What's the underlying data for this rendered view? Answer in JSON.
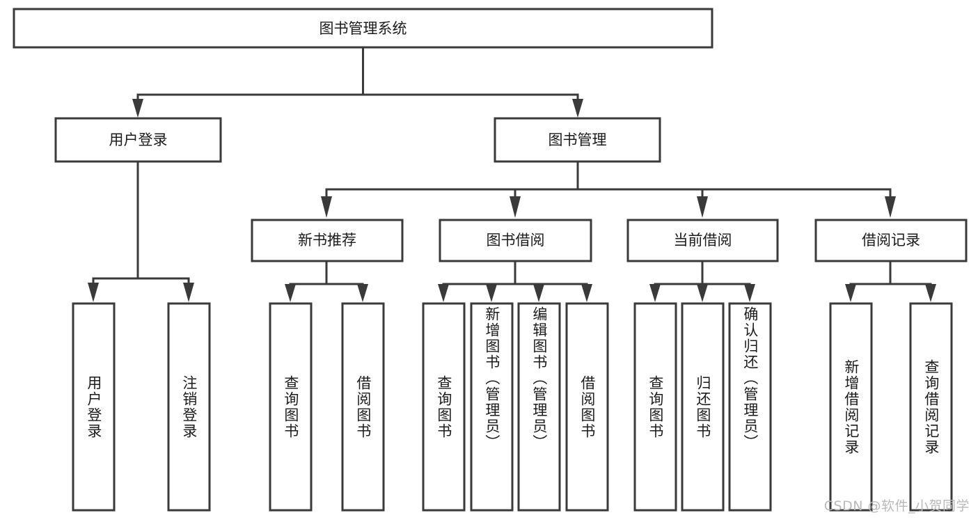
{
  "diagram": {
    "title": "图书管理系统",
    "type": "tree-hierarchy",
    "root": {
      "id": "root",
      "label": "图书管理系统"
    },
    "level2": [
      {
        "id": "user-login",
        "label": "用户登录"
      },
      {
        "id": "book-manage",
        "label": "图书管理"
      }
    ],
    "level3": [
      {
        "id": "new-book-rec",
        "label": "新书推荐",
        "parent": "book-manage"
      },
      {
        "id": "book-borrow",
        "label": "图书借阅",
        "parent": "book-manage"
      },
      {
        "id": "current-borrow",
        "label": "当前借阅",
        "parent": "book-manage"
      },
      {
        "id": "borrow-record",
        "label": "借阅记录",
        "parent": "book-manage"
      }
    ],
    "leaves": {
      "user_login": [
        {
          "id": "leaf-user-login",
          "label": "用户登录"
        },
        {
          "id": "leaf-logout",
          "label": "注销登录"
        }
      ],
      "new_book_rec": [
        {
          "id": "leaf-query-book-1",
          "label": "查询图书"
        },
        {
          "id": "leaf-borrow-book-1",
          "label": "借阅图书"
        }
      ],
      "book_borrow": [
        {
          "id": "leaf-query-book-2",
          "label": "查询图书"
        },
        {
          "id": "leaf-add-book",
          "label": "新增图书（管理员）"
        },
        {
          "id": "leaf-edit-book",
          "label": "编辑图书（管理员）"
        },
        {
          "id": "leaf-borrow-book-2",
          "label": "借阅图书"
        }
      ],
      "current_borrow": [
        {
          "id": "leaf-query-book-3",
          "label": "查询图书"
        },
        {
          "id": "leaf-return-book",
          "label": "归还图书"
        },
        {
          "id": "leaf-confirm-return",
          "label": "确认归还（管理员）"
        }
      ],
      "borrow_record": [
        {
          "id": "leaf-add-record",
          "label": "新增借阅记录"
        },
        {
          "id": "leaf-query-record",
          "label": "查询借阅记录"
        }
      ]
    },
    "colors": {
      "stroke": "#3a3a3a",
      "fill": "#ffffff",
      "text": "#1b1b1b",
      "watermark": "#b9b9b9",
      "background": "#ffffff"
    }
  },
  "watermark": {
    "text": "CSDN @软件_小贺同学"
  }
}
